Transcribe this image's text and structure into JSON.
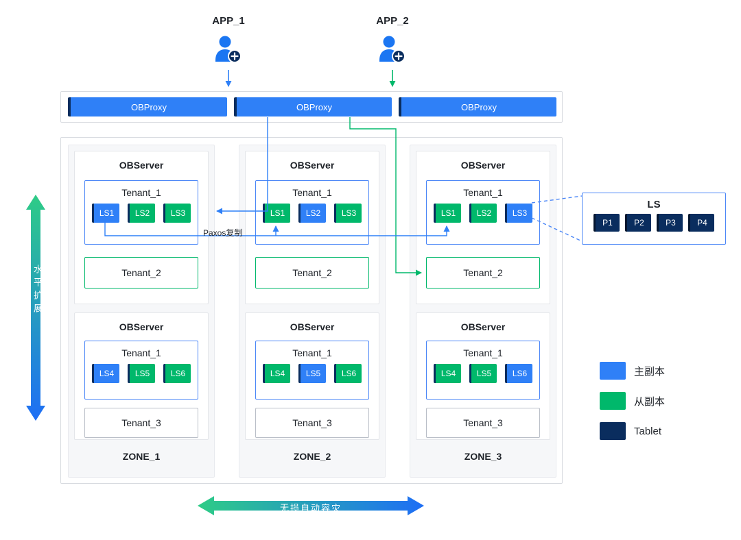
{
  "colors": {
    "primary_blue": "#2f80f7",
    "follower_green": "#00b86b",
    "tablet_navy": "#0a2d5e",
    "border_gray": "#d8dbe0",
    "zone_bg": "#f6f7f9",
    "gradient_green": "#2ecc86",
    "gradient_blue": "#1e6ef6"
  },
  "apps": [
    {
      "label": "APP_1"
    },
    {
      "label": "APP_2"
    }
  ],
  "proxies": [
    {
      "label": "OBProxy"
    },
    {
      "label": "OBProxy"
    },
    {
      "label": "OBProxy"
    }
  ],
  "zones": [
    {
      "name": "ZONE_1",
      "servers": [
        {
          "title": "OBServer",
          "tenant": {
            "name": "Tenant_1",
            "chips": [
              {
                "label": "LS1",
                "type": "leader"
              },
              {
                "label": "LS2",
                "type": "follower"
              },
              {
                "label": "LS3",
                "type": "follower"
              }
            ]
          },
          "tenant2": {
            "name": "Tenant_2",
            "style": "follower"
          }
        },
        {
          "title": "OBServer",
          "tenant": {
            "name": "Tenant_1",
            "chips": [
              {
                "label": "LS4",
                "type": "leader"
              },
              {
                "label": "LS5",
                "type": "follower"
              },
              {
                "label": "LS6",
                "type": "follower"
              }
            ]
          },
          "tenant2": {
            "name": "Tenant_3",
            "style": "plain"
          }
        }
      ]
    },
    {
      "name": "ZONE_2",
      "servers": [
        {
          "title": "OBServer",
          "tenant": {
            "name": "Tenant_1",
            "chips": [
              {
                "label": "LS1",
                "type": "follower"
              },
              {
                "label": "LS2",
                "type": "leader"
              },
              {
                "label": "LS3",
                "type": "follower"
              }
            ]
          },
          "tenant2": {
            "name": "Tenant_2",
            "style": "follower"
          }
        },
        {
          "title": "OBServer",
          "tenant": {
            "name": "Tenant_1",
            "chips": [
              {
                "label": "LS4",
                "type": "follower"
              },
              {
                "label": "LS5",
                "type": "leader"
              },
              {
                "label": "LS6",
                "type": "follower"
              }
            ]
          },
          "tenant2": {
            "name": "Tenant_3",
            "style": "plain"
          }
        }
      ]
    },
    {
      "name": "ZONE_3",
      "servers": [
        {
          "title": "OBServer",
          "tenant": {
            "name": "Tenant_1",
            "chips": [
              {
                "label": "LS1",
                "type": "follower"
              },
              {
                "label": "LS2",
                "type": "follower"
              },
              {
                "label": "LS3",
                "type": "leader"
              }
            ]
          },
          "tenant2": {
            "name": "Tenant_2",
            "style": "follower"
          }
        },
        {
          "title": "OBServer",
          "tenant": {
            "name": "Tenant_1",
            "chips": [
              {
                "label": "LS4",
                "type": "follower"
              },
              {
                "label": "LS5",
                "type": "follower"
              },
              {
                "label": "LS6",
                "type": "leader"
              }
            ]
          },
          "tenant2": {
            "name": "Tenant_3",
            "style": "plain"
          }
        }
      ]
    }
  ],
  "ls_panel": {
    "title": "LS",
    "tablets": [
      {
        "label": "P1",
        "type": "tablet"
      },
      {
        "label": "P2",
        "type": "tablet"
      },
      {
        "label": "P3",
        "type": "tablet"
      },
      {
        "label": "P4",
        "type": "tablet"
      }
    ]
  },
  "legend": [
    {
      "label": "主副本",
      "type": "leader"
    },
    {
      "label": "从副本",
      "type": "follower"
    },
    {
      "label": "Tablet",
      "type": "tablet"
    }
  ],
  "annotations": {
    "paxos": "Paxos复制",
    "vertical_arrow": "水平扩展",
    "horizontal_arrow": "无损自动容灾"
  }
}
